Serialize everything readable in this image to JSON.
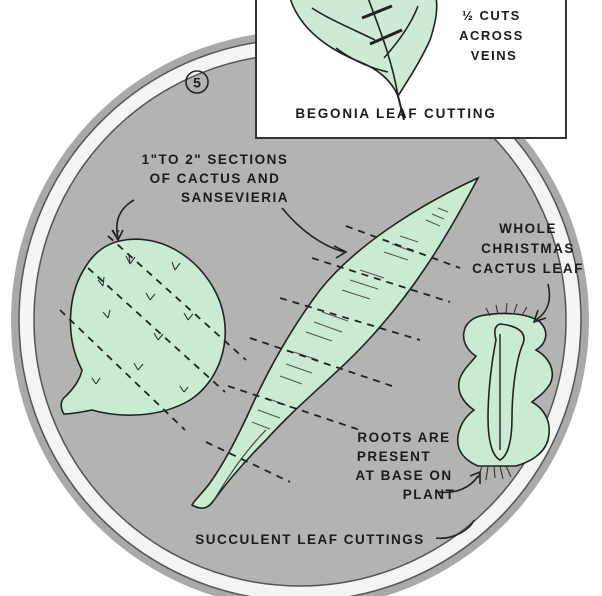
{
  "inset": {
    "cut_note": [
      "½ CUTS",
      "ACROSS",
      "VEINS"
    ],
    "caption": "BEGONIA LEAF CUTTING"
  },
  "step_number": "5",
  "labels": {
    "sections": [
      "1\"TO 2\" SECTIONS",
      "OF CACTUS AND",
      "SANSEVIERIA"
    ],
    "christmas_cactus": [
      "WHOLE",
      "CHRISTMAS",
      "CACTUS LEAF"
    ],
    "roots": [
      "ROOTS ARE",
      "PRESENT",
      "AT BASE ON",
      "PLANT"
    ],
    "caption": "SUCCULENT LEAF CUTTINGS"
  },
  "colors": {
    "disc": "#b3b3b1",
    "ring": "#f4f4f2",
    "leaf": "#c9ebd2",
    "ink": "#1b1b1b"
  }
}
